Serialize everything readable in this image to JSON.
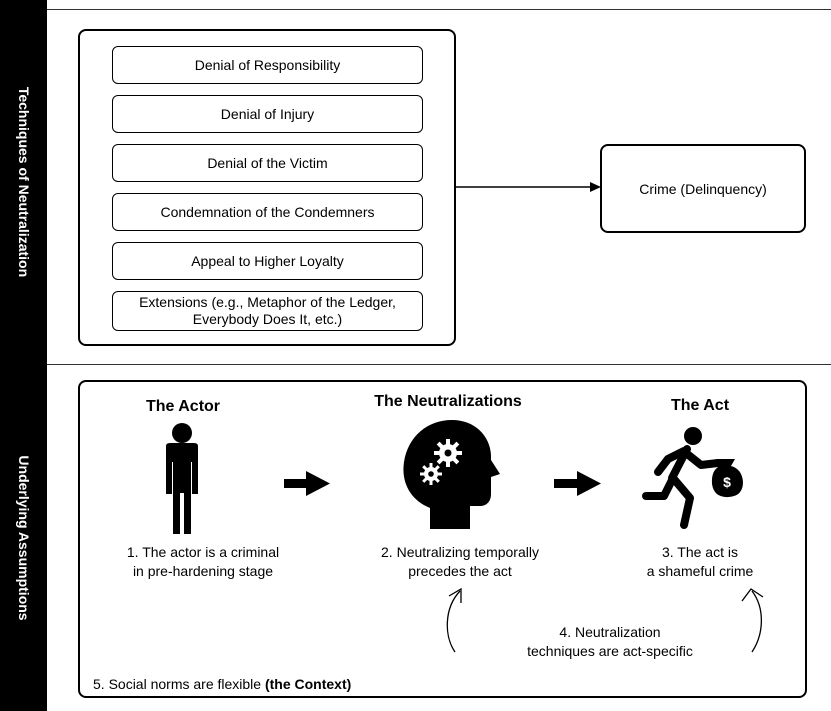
{
  "sidebar": {
    "top_label": "Techniques of Neutralization",
    "bottom_label": "Underlying Assumptions"
  },
  "techniques": [
    "Denial of Responsibility",
    "Denial of Injury",
    "Denial of the Victim",
    "Condemnation of the Condemners",
    "Appeal to Higher Loyalty",
    "Extensions (e.g., Metaphor of the Ledger, Everybody Does It, etc.)"
  ],
  "outcome": {
    "label": "Crime (Delinquency)"
  },
  "assumptions": {
    "actor": {
      "heading": "The Actor",
      "caption_line1": "1. The actor is a criminal",
      "caption_line2": "in pre-hardening stage",
      "icon": "person-icon"
    },
    "neutralizations": {
      "heading": "The Neutralizations",
      "caption_line1": "2. Neutralizing temporally",
      "caption_line2": "precedes the act",
      "icon": "head-gears-icon"
    },
    "act": {
      "heading": "The Act",
      "caption_line1": "3. The act is",
      "caption_line2": "a shameful crime",
      "icon": "running-thief-icon"
    },
    "act_specific": {
      "line1": "4. Neutralization",
      "line2": "techniques are act-specific"
    },
    "context": {
      "text": "5. Social norms are flexible ",
      "emphasis": "(the Context)"
    }
  }
}
